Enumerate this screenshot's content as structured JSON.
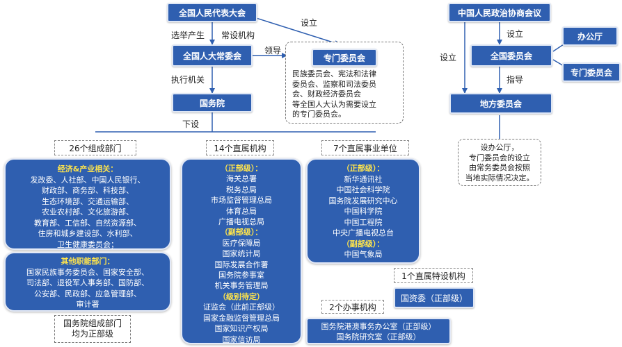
{
  "colors": {
    "box_fill": "#2f5fb0",
    "heading_text": "#ffe54c",
    "line": "#2f5fb0"
  },
  "top": {
    "npc": "全国人民代表大会",
    "npc_standing": "全国人大常委会",
    "state_council": "国务院",
    "special_committee": "专门委员会",
    "special_desc": [
      "民族委员会、宪法和法律",
      "委员会、监察和司法委员",
      "会、财政经济委员会",
      "等全国人大认为需要设立",
      "的专门委员会。"
    ],
    "label_setup": "设立",
    "label_elect": "选举产生",
    "label_standing": "常设机构",
    "label_lead": "领导",
    "label_exec": "执行机关",
    "label_under": "下设"
  },
  "cppcc": {
    "cppcc": "中国人民政治协商会议",
    "national": "全国委员会",
    "local": "地方委员会",
    "office": "办公厅",
    "special": "专门委员会",
    "label_setup1": "设立",
    "label_setup2": "设立",
    "label_guide": "指导",
    "note": [
      "设办公厅，",
      "专门委员会的设立",
      "由常务委员会按照",
      "当地实际情况决定。"
    ]
  },
  "ministries": {
    "header": "26个组成部门",
    "econ_title": "经济&产业相关：",
    "econ_lines": [
      "发改委、人社部、中国人民银行、",
      "财政部、商务部、科技部、",
      "生态环境部、交通运输部、",
      "农业农村部、文化旅游部、",
      "教育部、工信部、自然资源部、",
      "住房和城乡建设部、水利部、",
      "卫生健康委员会；"
    ],
    "other_title": "其他职能部门：",
    "other_lines": [
      "国家民族事务委员会、国家安全部、",
      "司法部、退役军人事务部、国防部、",
      "公安部、民政部、应急管理部、",
      "审计署"
    ],
    "note": [
      "国务院组成部门",
      "均为正部级"
    ]
  },
  "direct": {
    "header": "14个直属机构",
    "lines": [
      {
        "t": "（正部级）：",
        "h": true
      },
      {
        "t": "海关总署"
      },
      {
        "t": "税务总局"
      },
      {
        "t": "市场监督管理总局"
      },
      {
        "t": "体育总局"
      },
      {
        "t": "广播电视总局"
      },
      {
        "t": "（副部级）：",
        "h": true
      },
      {
        "t": "医疗保障局"
      },
      {
        "t": "国家统计局"
      },
      {
        "t": "国际发展合作署"
      },
      {
        "t": "国务院参事室"
      },
      {
        "t": "机关事务管理局"
      },
      {
        "t": "（级别待定）",
        "h": true
      },
      {
        "t": "证监会（此前正部级）"
      },
      {
        "t": "国家金融监督管理总局"
      },
      {
        "t": "国家知识产权局"
      },
      {
        "t": "国家信访局"
      }
    ]
  },
  "institutions": {
    "header": "7个直属事业单位",
    "lines": [
      {
        "t": "（正部级）：",
        "h": true
      },
      {
        "t": "新华通讯社"
      },
      {
        "t": "中国社会科学院"
      },
      {
        "t": "国务院发展研究中心"
      },
      {
        "t": "中国科学院"
      },
      {
        "t": "中国工程院"
      },
      {
        "t": "中央广播电视总台"
      },
      {
        "t": "（副部级）：",
        "h": true
      },
      {
        "t": "中国气象局"
      }
    ]
  },
  "special_org": {
    "header": "1个直属特设机构",
    "box": "国资委（正部级）"
  },
  "offices": {
    "header": "2个办事机构",
    "lines": [
      "国务院港澳事务办公室（正部级）",
      "国务院研究室（正部级）"
    ]
  }
}
